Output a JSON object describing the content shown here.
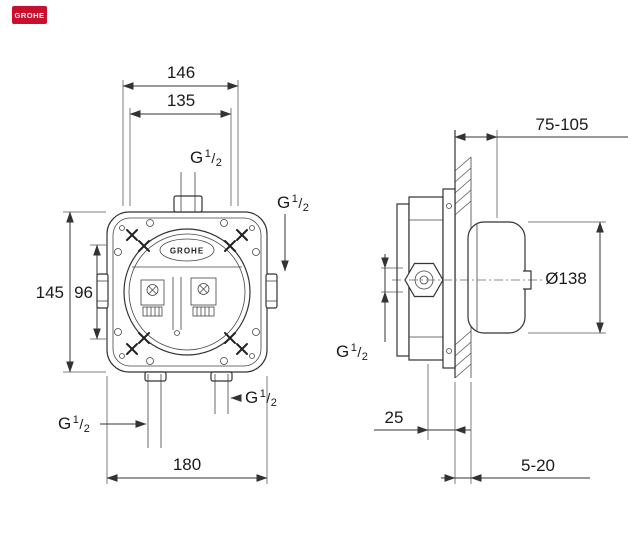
{
  "colors": {
    "brand_red": "#c8102e",
    "line": "#333333"
  },
  "logo": {
    "brand": "GROHE"
  },
  "drawing": {
    "brand_label": "GROHE",
    "thread": {
      "g": "G",
      "num": "1",
      "slash": "/",
      "den": "2"
    },
    "dims": {
      "top_width": "146",
      "flange_width": "135",
      "height": "145",
      "port_spacing": "96",
      "bottom_width": "180",
      "install_depth_range": "75-105",
      "cover_diameter": "Ø138",
      "rail_offset": "25",
      "finish_thickness_range": "5-20"
    }
  }
}
